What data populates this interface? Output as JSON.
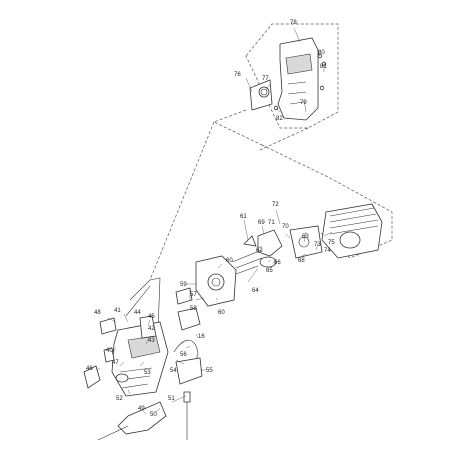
{
  "diagram": {
    "callouts": [
      "78",
      "80",
      "76",
      "77",
      "81",
      "79",
      "82",
      "72",
      "61",
      "69",
      "71",
      "70",
      "63",
      "73",
      "74",
      "75",
      "62",
      "68",
      "66",
      "65",
      "60",
      "59",
      "57",
      "58",
      "64",
      "60",
      "48",
      "41",
      "44",
      "45",
      "42",
      "43",
      "40",
      "47",
      "46",
      "53",
      "54",
      "55",
      "56",
      "52",
      "49",
      "50",
      "51",
      "16"
    ]
  }
}
